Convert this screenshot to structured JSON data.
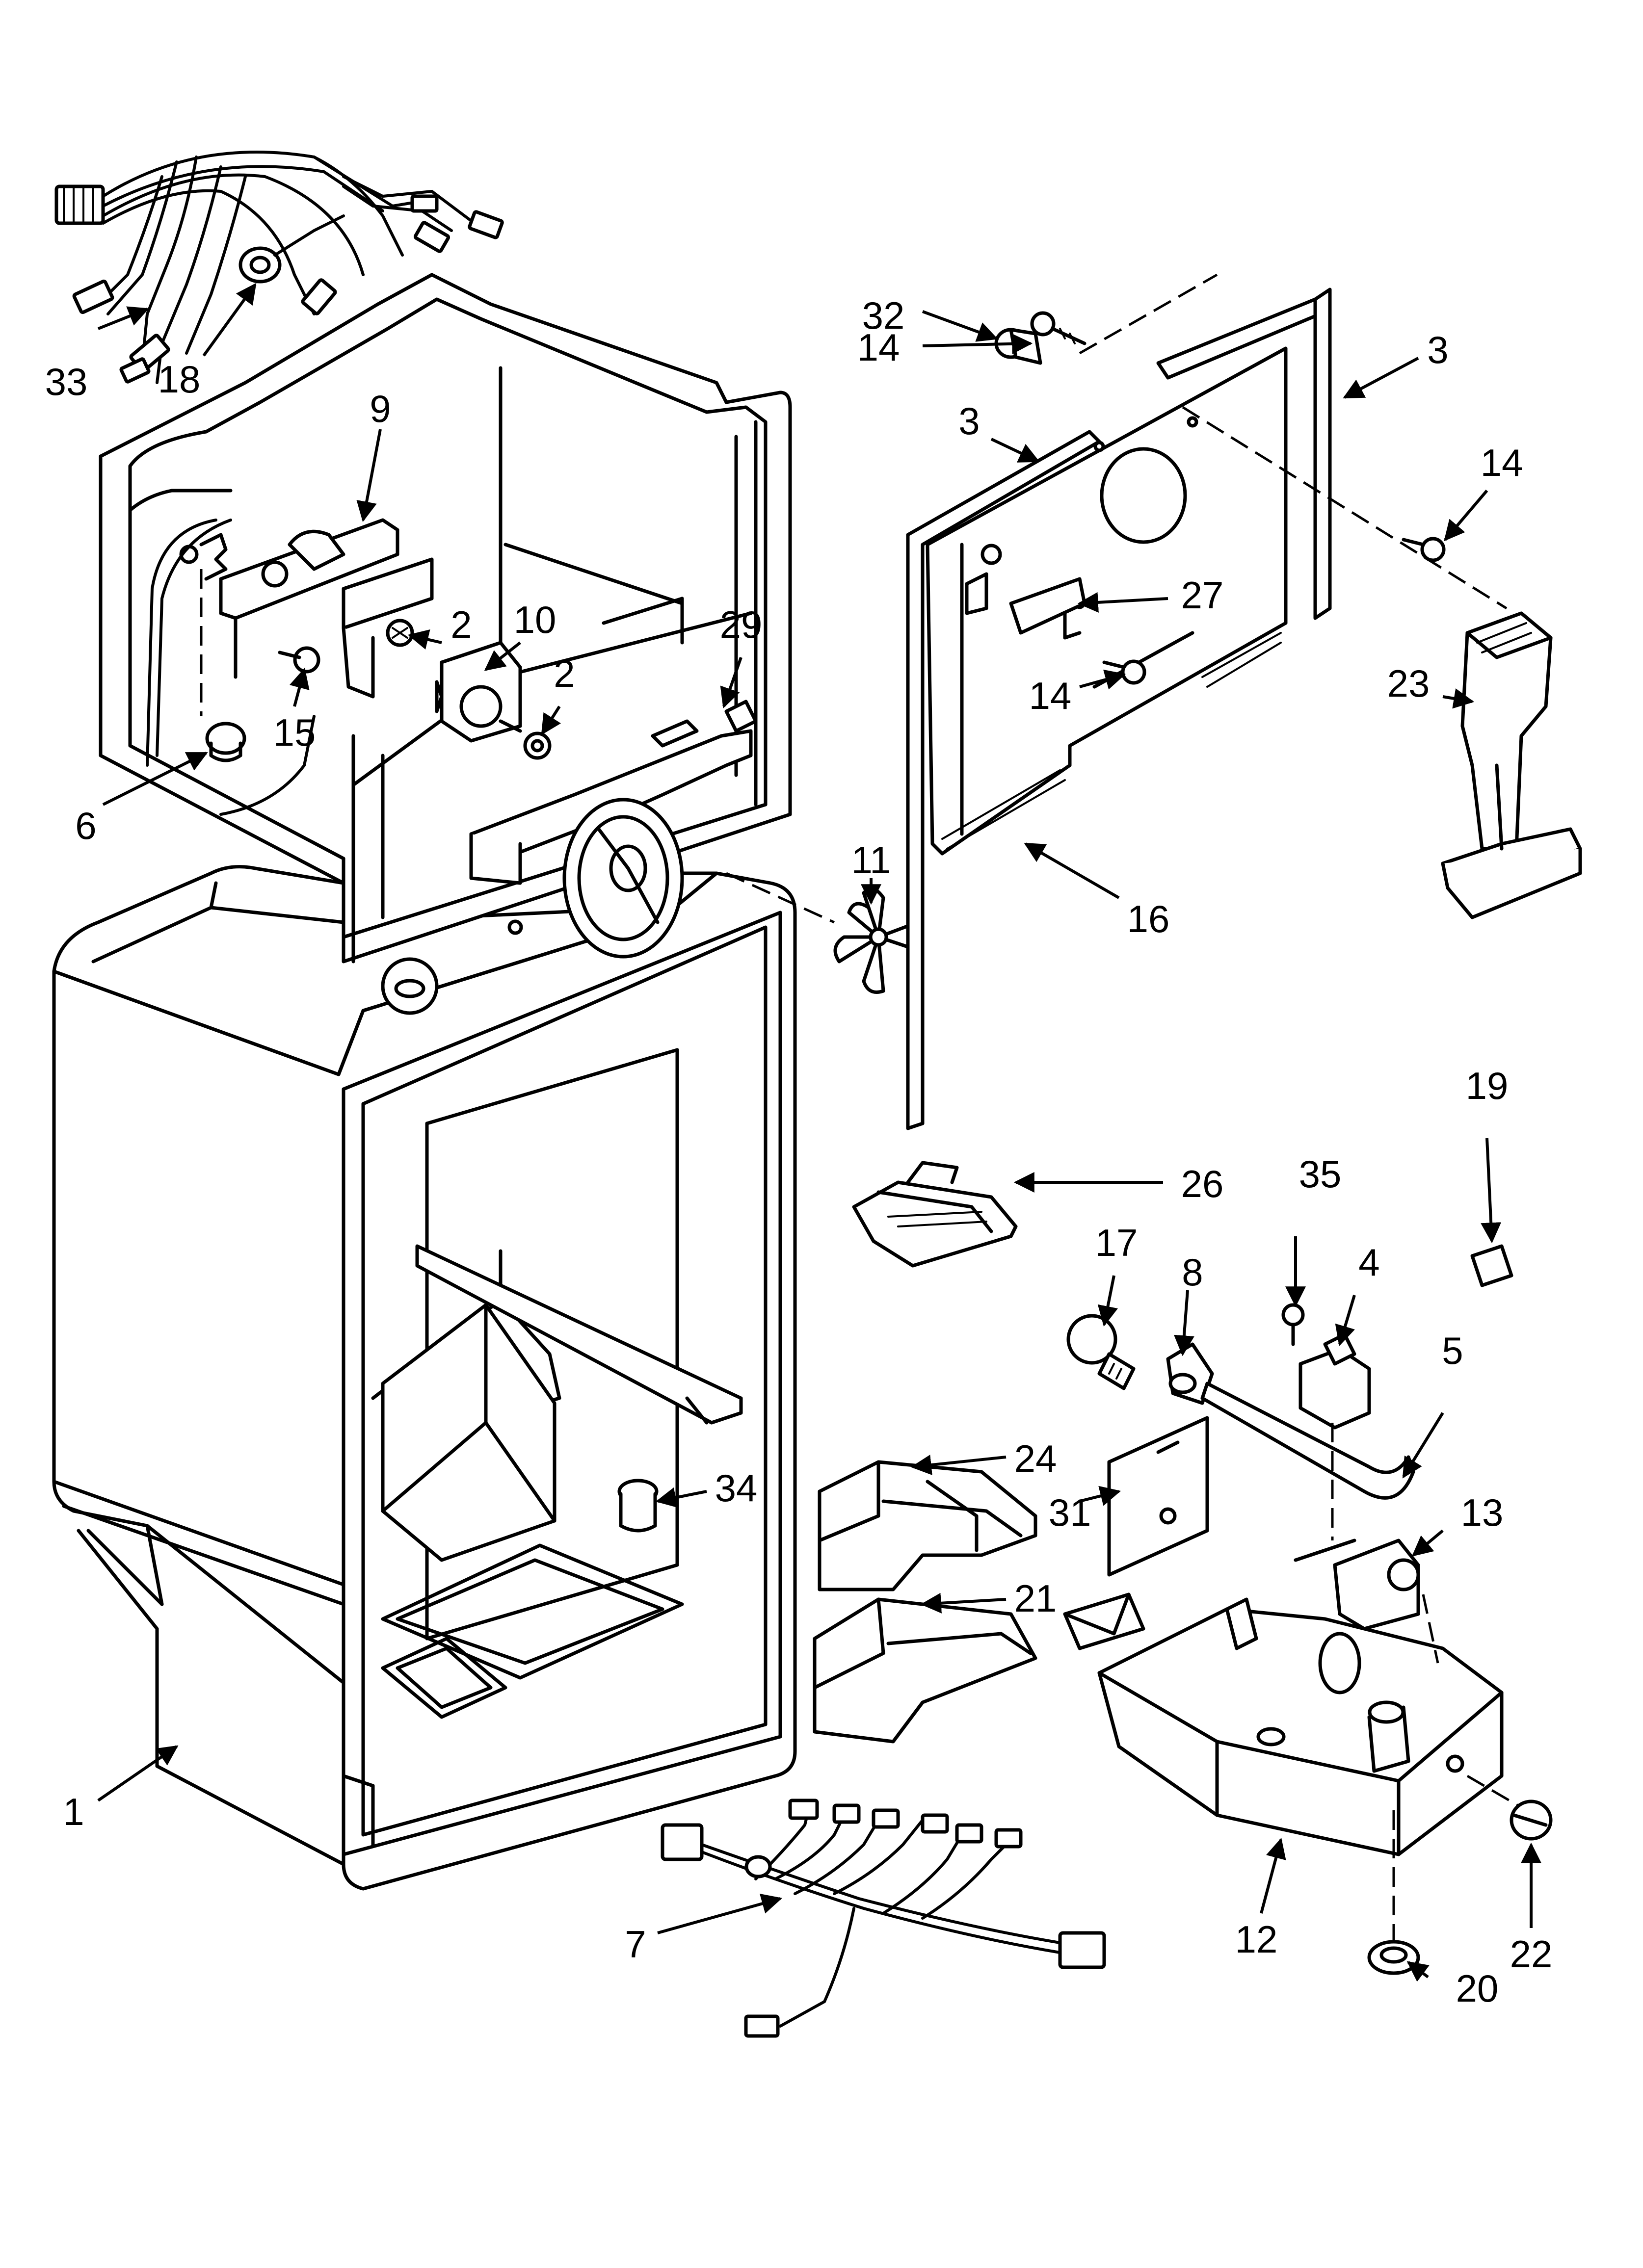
{
  "callouts": [
    {
      "id": "c1",
      "label": "1"
    },
    {
      "id": "c2a",
      "label": "2"
    },
    {
      "id": "c2b",
      "label": "2"
    },
    {
      "id": "c3a",
      "label": "3"
    },
    {
      "id": "c3b",
      "label": "3"
    },
    {
      "id": "c4",
      "label": "4"
    },
    {
      "id": "c5",
      "label": "5"
    },
    {
      "id": "c6",
      "label": "6"
    },
    {
      "id": "c7",
      "label": "7"
    },
    {
      "id": "c8",
      "label": "8"
    },
    {
      "id": "c9",
      "label": "9"
    },
    {
      "id": "c10",
      "label": "10"
    },
    {
      "id": "c11",
      "label": "11"
    },
    {
      "id": "c12",
      "label": "12"
    },
    {
      "id": "c13",
      "label": "13"
    },
    {
      "id": "c14a",
      "label": "14"
    },
    {
      "id": "c14b",
      "label": "14"
    },
    {
      "id": "c14c",
      "label": "14"
    },
    {
      "id": "c15",
      "label": "15"
    },
    {
      "id": "c16",
      "label": "16"
    },
    {
      "id": "c17",
      "label": "17"
    },
    {
      "id": "c18",
      "label": "18"
    },
    {
      "id": "c19",
      "label": "19"
    },
    {
      "id": "c20",
      "label": "20"
    },
    {
      "id": "c21",
      "label": "21"
    },
    {
      "id": "c22",
      "label": "22"
    },
    {
      "id": "c23",
      "label": "23"
    },
    {
      "id": "c24",
      "label": "24"
    },
    {
      "id": "c26",
      "label": "26"
    },
    {
      "id": "c27",
      "label": "27"
    },
    {
      "id": "c29",
      "label": "29"
    },
    {
      "id": "c31",
      "label": "31"
    },
    {
      "id": "c32",
      "label": "32"
    },
    {
      "id": "c33",
      "label": "33"
    },
    {
      "id": "c34",
      "label": "34"
    },
    {
      "id": "c35",
      "label": "35"
    }
  ]
}
